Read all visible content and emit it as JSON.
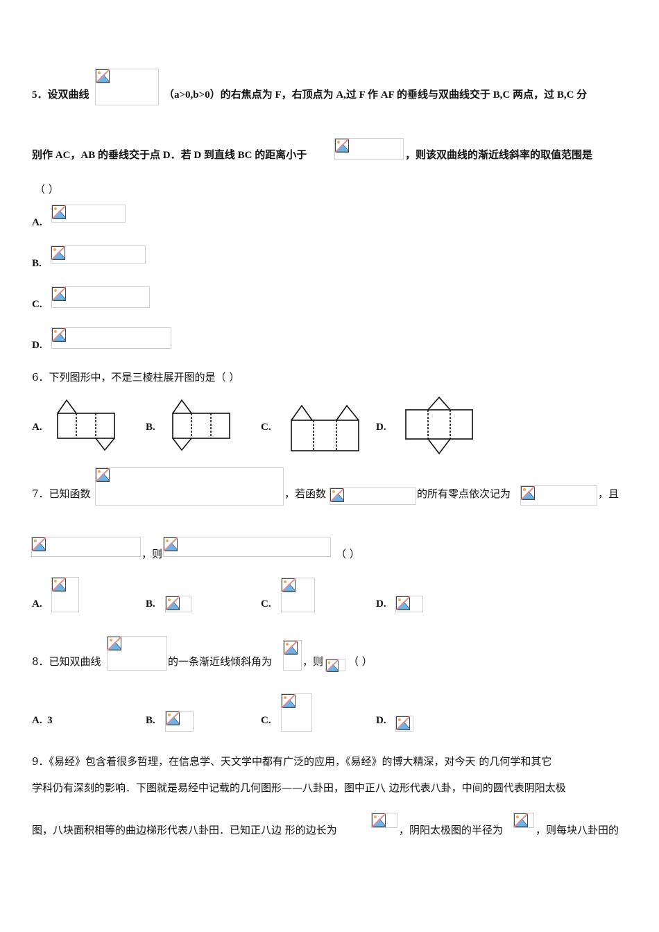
{
  "q5": {
    "number": "5．",
    "line1_a": "设双曲线",
    "line1_b": "（a>0,b>0）的右焦点为 F，右顶点为 A,过 F 作 AF 的垂线与双曲线交于 B,C 两点，过 B,C 分",
    "line2_a": "别作 AC，AB 的垂线交于点 D．若 D 到直线 BC 的距离小于",
    "line2_b": "，则该双曲线的渐近线斜率的取值范围是",
    "paren": "（ ）",
    "options": [
      {
        "label": "A."
      },
      {
        "label": "B."
      },
      {
        "label": "C."
      },
      {
        "label": "D."
      }
    ]
  },
  "q6": {
    "text": "6．下列图形中，不是三棱柱展开图的是（    ）",
    "options": [
      {
        "label": "A."
      },
      {
        "label": "B."
      },
      {
        "label": "C."
      },
      {
        "label": "D."
      }
    ]
  },
  "q7": {
    "number": "7．",
    "a": "已知函数",
    "b": "，若函数",
    "c": "的所有零点依次记为",
    "d": "，且",
    "e": "，则",
    "paren": "（    ）",
    "options": [
      {
        "label": "A."
      },
      {
        "label": "B."
      },
      {
        "label": "C."
      },
      {
        "label": "D."
      }
    ]
  },
  "q8": {
    "number": "8．",
    "a": "已知双曲线",
    "b": "的一条渐近线倾斜角为",
    "c": "，则",
    "paren": "（    ）",
    "options": [
      {
        "label": "A.",
        "value": "3"
      },
      {
        "label": "B."
      },
      {
        "label": "C."
      },
      {
        "label": "D."
      }
    ]
  },
  "q9": {
    "line1": "9．《易经》包含着很多哲理，在信息学、天文学中都有广泛的应用，《易经》的博大精深，对今天 的几何学和其它",
    "line2": "学科仍有深刻的影响．下图就是易经中记载的几何图形——八卦田，图中正八 边形代表八卦，中间的圆代表阴阳太极",
    "line3_a": "图，八块面积相等的曲边梯形代表八卦田．已知正八边 形的边长为",
    "line3_b": "，阴阳太极图的半径为",
    "line3_c": "，则每块八卦田的"
  },
  "icons": {
    "broken_image": "broken-image-icon"
  },
  "colors": {
    "border": "#cfcfcf",
    "icon_sky": "#6fb3e6",
    "icon_sun": "#f2a65a",
    "icon_slash": "#e08a8a"
  }
}
